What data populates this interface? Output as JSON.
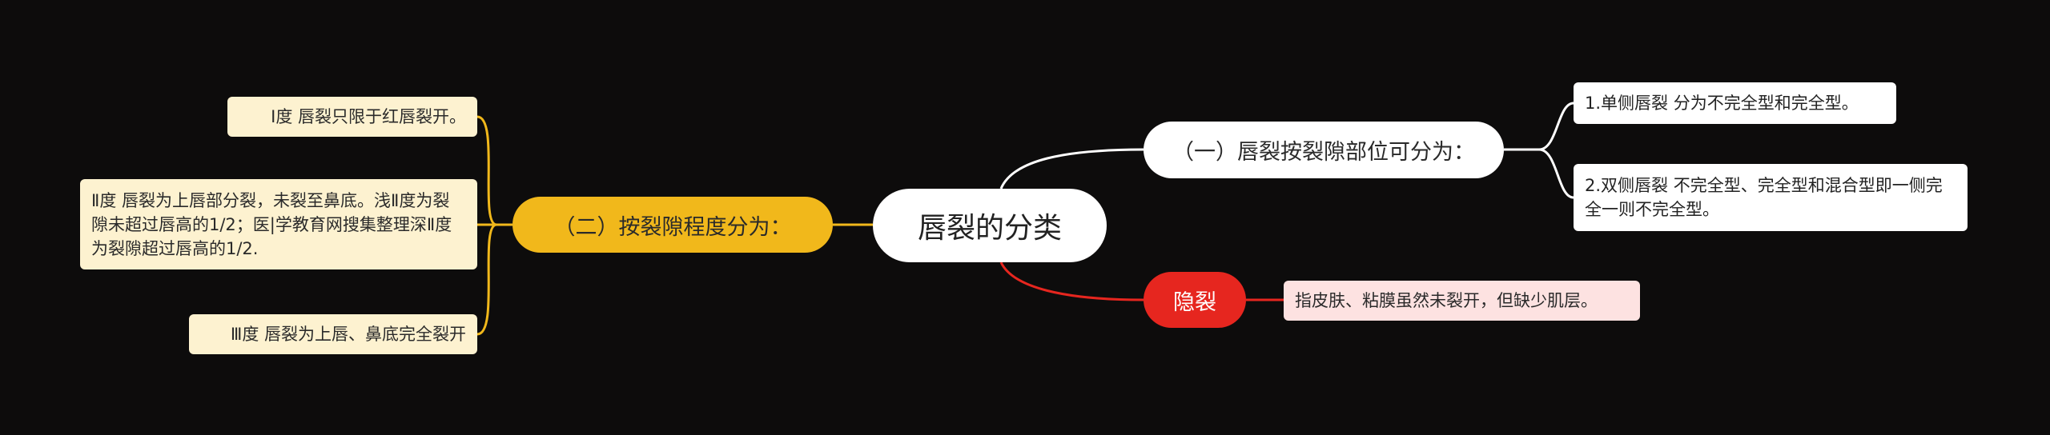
{
  "root": {
    "label": "唇裂的分类"
  },
  "branches": [
    {
      "label": "（一）唇裂按裂隙部位可分为：",
      "color": "#ffffff",
      "children": [
        "1.单侧唇裂 分为不完全型和完全型。",
        "2.双侧唇裂 不完全型、完全型和混合型即一侧完全一则不完全型。"
      ]
    },
    {
      "label": "（二）按裂隙程度分为：",
      "color": "#f1b81b",
      "children": [
        "Ⅰ度 唇裂只限于红唇裂开。",
        "Ⅱ度 唇裂为上唇部分裂，未裂至鼻底。浅Ⅱ度为裂隙未超过唇高的1/2；医|学教育网搜集整理深Ⅱ度为裂隙超过唇高的1/2.",
        "Ⅲ度 唇裂为上唇、鼻底完全裂开"
      ]
    },
    {
      "label": "隐裂",
      "color": "#e6261f",
      "children": [
        "指皮肤、粘膜虽然未裂开，但缺少肌层。"
      ]
    }
  ]
}
